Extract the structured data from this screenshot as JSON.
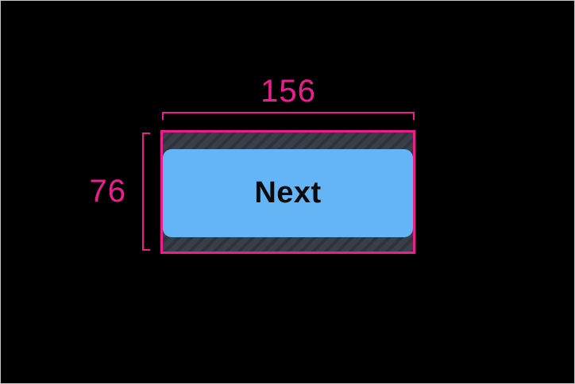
{
  "colors": {
    "canvas-bg": "#000000",
    "frame-border": "#c6c6c6",
    "dimension-pink": "#ee1d8f",
    "button-blue": "#64b5f6",
    "button-text": "#0a0a0a",
    "hatch-base": "#3a3e48",
    "hatch-stripe": "#2e323b"
  },
  "annotations": {
    "width_label": "156",
    "height_label": "76"
  },
  "button": {
    "label": "Next"
  }
}
